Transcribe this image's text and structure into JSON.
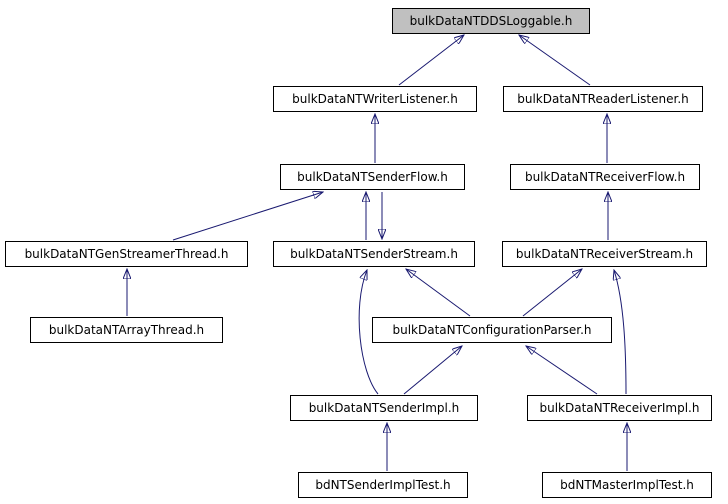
{
  "colors": {
    "edge": "#191970",
    "node_border": "#000000",
    "node_fill": "#ffffff",
    "highlight_fill": "#c0c0c0",
    "text": "#000000",
    "background": "#ffffff"
  },
  "nodes": [
    {
      "id": "ddsloggable",
      "label": "bulkDataNTDDSLoggable.h",
      "highlighted": true
    },
    {
      "id": "writerlistener",
      "label": "bulkDataNTWriterListener.h",
      "highlighted": false
    },
    {
      "id": "readerlistener",
      "label": "bulkDataNTReaderListener.h",
      "highlighted": false
    },
    {
      "id": "senderflow",
      "label": "bulkDataNTSenderFlow.h",
      "highlighted": false
    },
    {
      "id": "receiverflow",
      "label": "bulkDataNTReceiverFlow.h",
      "highlighted": false
    },
    {
      "id": "genstreamerthread",
      "label": "bulkDataNTGenStreamerThread.h",
      "highlighted": false
    },
    {
      "id": "senderstream",
      "label": "bulkDataNTSenderStream.h",
      "highlighted": false
    },
    {
      "id": "receiverstream",
      "label": "bulkDataNTReceiverStream.h",
      "highlighted": false
    },
    {
      "id": "arraythread",
      "label": "bulkDataNTArrayThread.h",
      "highlighted": false
    },
    {
      "id": "configparser",
      "label": "bulkDataNTConfigurationParser.h",
      "highlighted": false
    },
    {
      "id": "senderimpl",
      "label": "bulkDataNTSenderImpl.h",
      "highlighted": false
    },
    {
      "id": "receiverimpl",
      "label": "bulkDataNTReceiverImpl.h",
      "highlighted": false
    },
    {
      "id": "sendertest",
      "label": "bdNTSenderImplTest.h",
      "highlighted": false
    },
    {
      "id": "mastertest",
      "label": "bdNTMasterImplTest.h",
      "highlighted": false
    }
  ],
  "edges": [
    {
      "from": "writerlistener",
      "to": "ddsloggable"
    },
    {
      "from": "readerlistener",
      "to": "ddsloggable"
    },
    {
      "from": "senderflow",
      "to": "writerlistener"
    },
    {
      "from": "receiverflow",
      "to": "readerlistener"
    },
    {
      "from": "genstreamerthread",
      "to": "senderflow"
    },
    {
      "from": "senderstream",
      "to": "senderflow"
    },
    {
      "from": "senderflow",
      "to": "senderstream"
    },
    {
      "from": "receiverstream",
      "to": "receiverflow"
    },
    {
      "from": "arraythread",
      "to": "genstreamerthread"
    },
    {
      "from": "configparser",
      "to": "senderstream"
    },
    {
      "from": "configparser",
      "to": "receiverstream"
    },
    {
      "from": "senderimpl",
      "to": "senderstream"
    },
    {
      "from": "receiverimpl",
      "to": "receiverstream"
    },
    {
      "from": "senderimpl",
      "to": "configparser"
    },
    {
      "from": "receiverimpl",
      "to": "configparser"
    },
    {
      "from": "sendertest",
      "to": "senderimpl"
    },
    {
      "from": "mastertest",
      "to": "receiverimpl"
    }
  ]
}
